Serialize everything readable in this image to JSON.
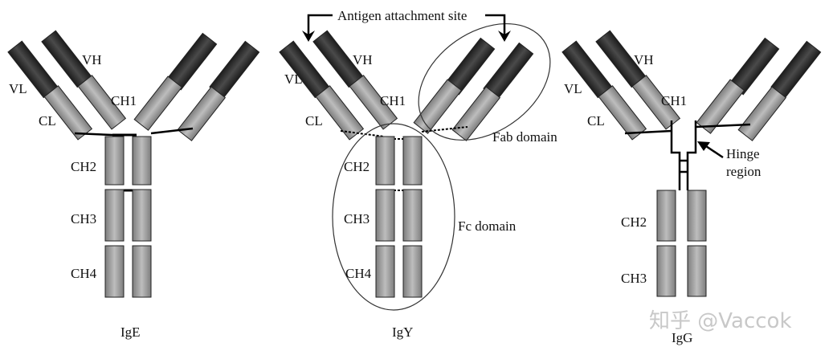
{
  "diagram": {
    "antigen_label": "Antigen attachment site",
    "domains": {
      "fab": "Fab domain",
      "fc": "Fc domain"
    },
    "hinge": {
      "line1": "Hinge",
      "line2": "region"
    },
    "watermark": "知乎 @Vaccok",
    "antibodies": [
      {
        "caption": "IgE",
        "labels": {
          "vl": "VL",
          "vh": "VH",
          "ch1": "CH1",
          "cl": "CL",
          "ch2": "CH2",
          "ch3": "CH3",
          "ch4": "CH4"
        }
      },
      {
        "caption": "IgY",
        "labels": {
          "vl": "VL",
          "vh": "VH",
          "ch1": "CH1",
          "cl": "CL",
          "ch2": "CH2",
          "ch3": "CH3",
          "ch4": "CH4"
        }
      },
      {
        "caption": "IgG",
        "labels": {
          "vl": "VL",
          "vh": "VH",
          "ch1": "CH1",
          "cl": "CL",
          "ch2": "CH2",
          "ch3": "CH3"
        }
      }
    ],
    "colors": {
      "variable": "#2e2e2e",
      "constant": "#9a9a9a",
      "outline": "#222222"
    }
  }
}
